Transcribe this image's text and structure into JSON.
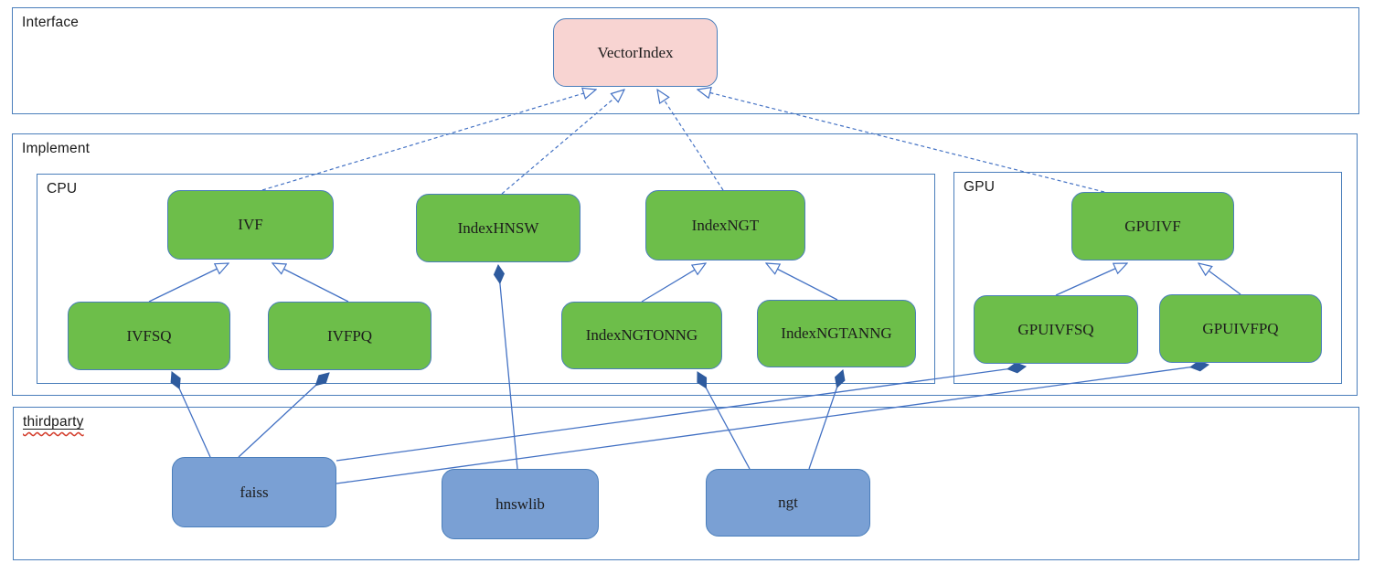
{
  "sections": {
    "interface": {
      "label": "Interface"
    },
    "implement": {
      "label": "Implement"
    },
    "cpu": {
      "label": "CPU"
    },
    "gpu": {
      "label": "GPU"
    },
    "thirdparty": {
      "label": "thirdparty"
    }
  },
  "nodes": {
    "vectorindex": {
      "label": "VectorIndex"
    },
    "ivf": {
      "label": "IVF"
    },
    "indexhnsw": {
      "label": "IndexHNSW"
    },
    "indexngt": {
      "label": "IndexNGT"
    },
    "ivfsq": {
      "label": "IVFSQ"
    },
    "ivfpq": {
      "label": "IVFPQ"
    },
    "indexngtonng": {
      "label": "IndexNGTONNG"
    },
    "indexngtanng": {
      "label": "IndexNGTANNG"
    },
    "gpuivf": {
      "label": "GPUIVF"
    },
    "gpuivfsq": {
      "label": "GPUIVFSQ"
    },
    "gpuivfpq": {
      "label": "GPUIVFPQ"
    },
    "faiss": {
      "label": "faiss"
    },
    "hnswlib": {
      "label": "hnswlib"
    },
    "ngt": {
      "label": "ngt"
    }
  },
  "edges": [
    {
      "from": "IVF",
      "to": "VectorIndex",
      "line": "dashed",
      "head": "hollow-triangle"
    },
    {
      "from": "IndexHNSW",
      "to": "VectorIndex",
      "line": "dashed",
      "head": "hollow-triangle"
    },
    {
      "from": "IndexNGT",
      "to": "VectorIndex",
      "line": "dashed",
      "head": "hollow-triangle"
    },
    {
      "from": "GPUIVF",
      "to": "VectorIndex",
      "line": "dashed",
      "head": "hollow-triangle"
    },
    {
      "from": "IVFSQ",
      "to": "IVF",
      "line": "solid",
      "head": "hollow-triangle"
    },
    {
      "from": "IVFPQ",
      "to": "IVF",
      "line": "solid",
      "head": "hollow-triangle"
    },
    {
      "from": "IndexNGTONNG",
      "to": "IndexNGT",
      "line": "solid",
      "head": "hollow-triangle"
    },
    {
      "from": "IndexNGTANNG",
      "to": "IndexNGT",
      "line": "solid",
      "head": "hollow-triangle"
    },
    {
      "from": "GPUIVFSQ",
      "to": "GPUIVF",
      "line": "solid",
      "head": "hollow-triangle"
    },
    {
      "from": "GPUIVFPQ",
      "to": "GPUIVF",
      "line": "solid",
      "head": "hollow-triangle"
    },
    {
      "from": "faiss",
      "to": "IVFSQ",
      "line": "solid",
      "head": "filled-diamond"
    },
    {
      "from": "faiss",
      "to": "IVFPQ",
      "line": "solid",
      "head": "filled-diamond"
    },
    {
      "from": "faiss",
      "to": "GPUIVFSQ",
      "line": "solid",
      "head": "filled-diamond"
    },
    {
      "from": "faiss",
      "to": "GPUIVFPQ",
      "line": "solid",
      "head": "filled-diamond"
    },
    {
      "from": "hnswlib",
      "to": "IndexHNSW",
      "line": "solid",
      "head": "filled-diamond"
    },
    {
      "from": "ngt",
      "to": "IndexNGTONNG",
      "line": "solid",
      "head": "filled-diamond"
    },
    {
      "from": "ngt",
      "to": "IndexNGTANNG",
      "line": "solid",
      "head": "filled-diamond"
    }
  ],
  "colors": {
    "interface_node_fill": "#f8d4d2",
    "implement_node_fill": "#6dbe4a",
    "thirdparty_node_fill": "#7aa0d4",
    "box_border": "#4a7ebb",
    "edge_line": "#4472c4",
    "diamond_fill": "#2e5b9e",
    "misspell_squiggle": "#d43f2e"
  }
}
